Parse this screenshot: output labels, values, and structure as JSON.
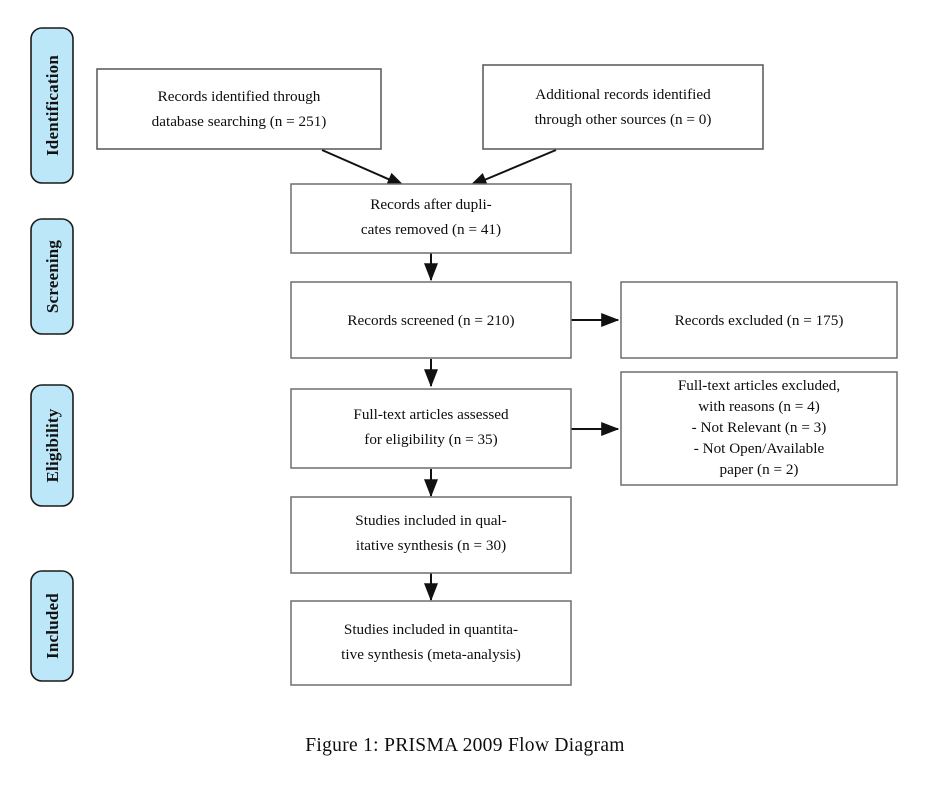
{
  "figure": {
    "caption": "Figure 1: PRISMA 2009 Flow Diagram",
    "colors": {
      "stage_fill": "#bce7f8",
      "stage_border": "#1a1a1a",
      "box_border": "#6e6e6e",
      "box_fill": "#ffffff",
      "arrow": "#111111",
      "text": "#0d0d0d",
      "background": "#ffffff"
    }
  },
  "stages": [
    {
      "id": "identification",
      "label": "Identification"
    },
    {
      "id": "screening",
      "label": "Screening"
    },
    {
      "id": "eligibility",
      "label": "Eligibility"
    },
    {
      "id": "included",
      "label": "Included"
    }
  ],
  "boxes": {
    "database_records": {
      "name": "records-identified-database",
      "lines": [
        "Records identified through",
        "database searching (n = 251)"
      ],
      "n": 251
    },
    "other_records": {
      "name": "additional-records-other-sources",
      "lines": [
        "Additional records identified",
        "through other sources (n = 0)"
      ],
      "n": 0
    },
    "duplicates_removed": {
      "name": "records-after-duplicates-removed",
      "lines": [
        "Records after dupli-",
        "cates removed (n = 41)"
      ],
      "n": 41
    },
    "records_screened": {
      "name": "records-screened",
      "lines": [
        "Records screened (n = 210)"
      ],
      "n": 210
    },
    "records_excluded": {
      "name": "records-excluded",
      "lines": [
        "Records excluded (n = 175)"
      ],
      "n": 175
    },
    "fulltext_assessed": {
      "name": "full-text-articles-assessed",
      "lines": [
        "Full-text articles assessed",
        "for eligibility (n = 35)"
      ],
      "n": 35
    },
    "fulltext_excluded": {
      "name": "full-text-articles-excluded-with-reasons",
      "lines": [
        "Full-text articles excluded,",
        "with reasons (n = 4)",
        "- Not Relevant (n = 3)",
        "- Not Open/Available",
        "paper (n = 2)"
      ],
      "n": 4,
      "reasons": [
        {
          "label": "Not Relevant",
          "n": 3
        },
        {
          "label": "Not Open/Available paper",
          "n": 2
        }
      ]
    },
    "qualitative_synthesis": {
      "name": "studies-included-qualitative",
      "lines": [
        "Studies included in qual-",
        "itative synthesis (n = 30)"
      ],
      "n": 30
    },
    "quantitative_synthesis": {
      "name": "studies-included-quantitative",
      "lines": [
        "Studies included in quantita-",
        "tive synthesis (meta-analysis)"
      ],
      "n": null
    }
  }
}
